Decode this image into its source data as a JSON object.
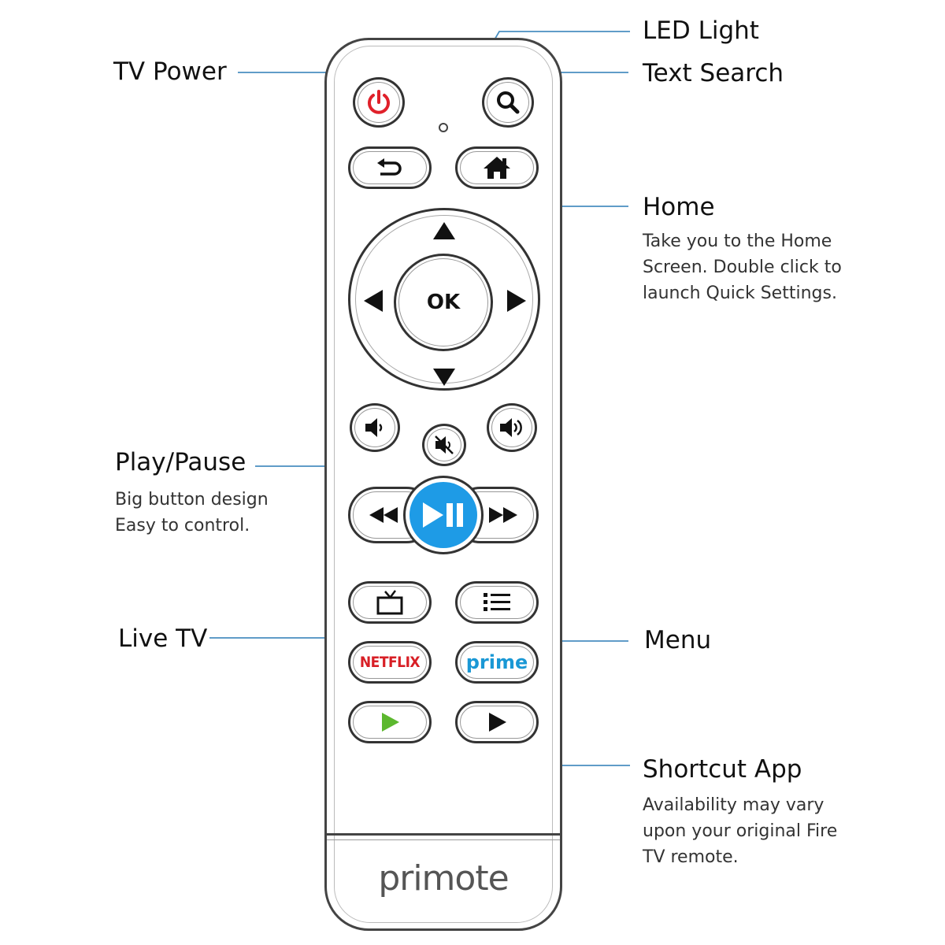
{
  "callouts": {
    "tv_power": "TV Power",
    "led_light": "LED Light",
    "text_search": "Text Search",
    "home": {
      "title": "Home",
      "desc": [
        "Take you to the Home",
        "Screen. Double click to",
        "launch Quick Settings."
      ]
    },
    "play_pause": {
      "title": "Play/Pause",
      "desc": [
        "Big button design",
        "Easy to control."
      ]
    },
    "live_tv": "Live TV",
    "menu": "Menu",
    "shortcut_app": {
      "title": "Shortcut App",
      "desc": [
        "Availability may vary",
        "upon your original Fire",
        "TV remote."
      ]
    }
  },
  "remote": {
    "ok_label": "OK",
    "netflix_label": "NETFLIX",
    "prime_label": "prime",
    "brand": "primote"
  },
  "colors": {
    "power_icon": "#e0202a",
    "play_pause_button": "#1e9be6",
    "green_shortcut": "#5cb82e",
    "netflix_red": "#d81f26",
    "prime_blue": "#1a98d5",
    "leader_line": "#4a8fc0"
  }
}
